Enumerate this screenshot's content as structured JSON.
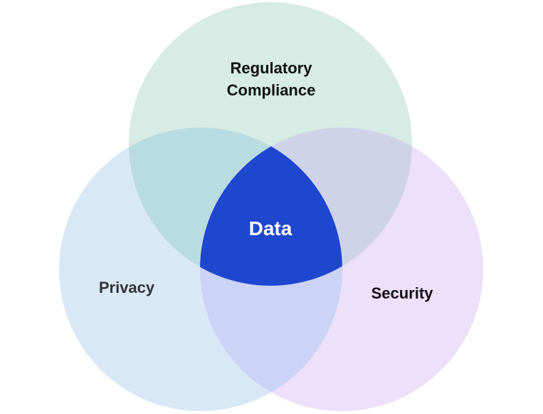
{
  "diagram": {
    "type": "venn",
    "sets": [
      {
        "id": "regulatory",
        "label_lines": [
          "Regulatory",
          "Compliance"
        ],
        "color": "#d6ece4"
      },
      {
        "id": "privacy",
        "label": "Privacy",
        "color": "#d9e8f7"
      },
      {
        "id": "security",
        "label": "Security",
        "color": "#ede0fb"
      }
    ],
    "overlaps": {
      "regulatory_privacy": "#b9dbe2",
      "regulatory_security": "#cfd3e8",
      "privacy_security": "#cbd3f6"
    },
    "center": {
      "label": "Data",
      "color": "#1e46cf"
    }
  }
}
